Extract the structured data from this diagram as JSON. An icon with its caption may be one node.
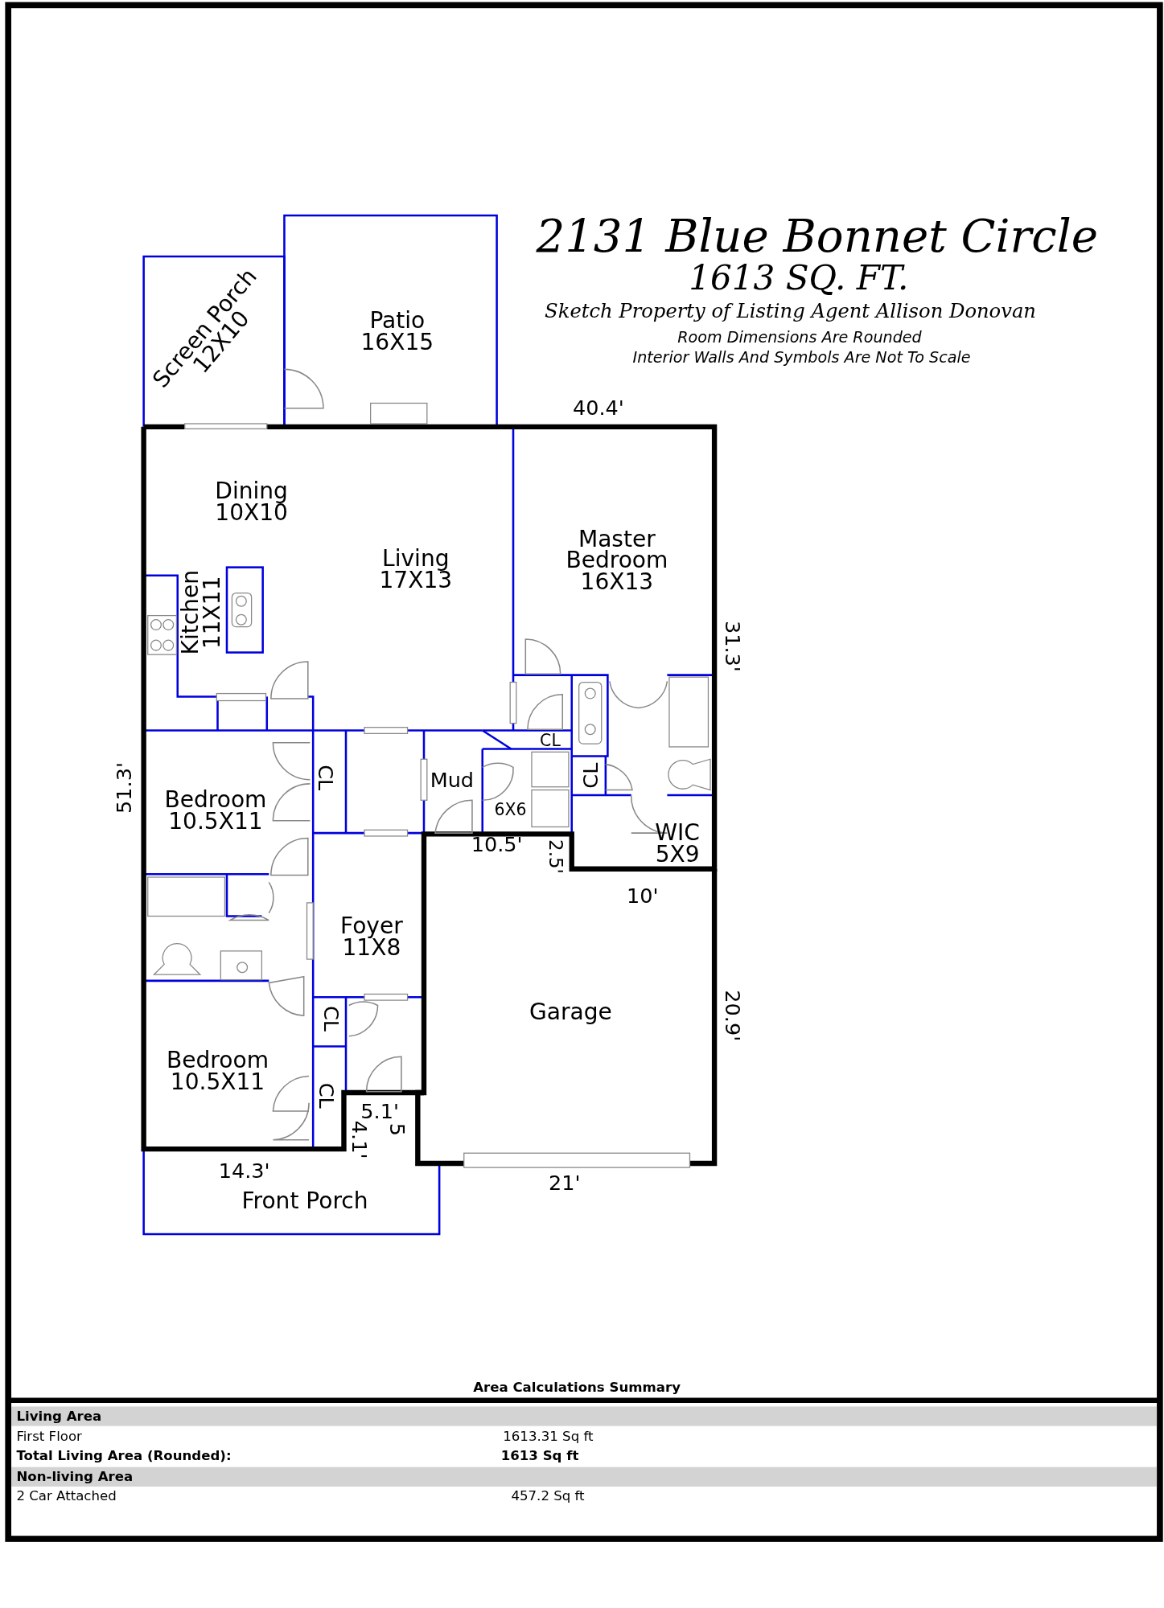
{
  "diagram": {
    "title": "2131 Blue Bonnet Circle",
    "nodes": [
      {
        "text": [
          "Screen Porch 12X10"
        ]
      },
      {
        "text": [
          "Patio 16X15"
        ]
      },
      {
        "text": [
          "Dining 10X10"
        ]
      },
      {
        "text": [
          "Master Bedroom 16X13"
        ]
      },
      {
        "text": [
          "Living 17X13"
        ]
      },
      {
        "text": [
          "Kitchen 11X11"
        ]
      },
      {
        "text": [
          "CL"
        ]
      },
      {
        "text": [
          "CL"
        ]
      },
      {
        "text": [
          "Mud",
          "6X6"
        ]
      },
      {
        "text": [
          "CL"
        ]
      },
      {
        "text": [
          "Bedroom 10.5X11"
        ]
      },
      {
        "text": [
          "WIC 5X9"
        ]
      },
      {
        "text": [
          "Foyer 11X8"
        ]
      },
      {
        "text": [
          "Garage"
        ]
      },
      {
        "text": [
          "CL"
        ]
      },
      {
        "text": [
          "Bedroom 10.5X11"
        ]
      },
      {
        "text": [
          "CL"
        ]
      },
      {
        "text": [
          "Front Porch"
        ]
      }
    ],
    "labels": [
      "1613 SQ. FT.",
      "Sketch Property of Listing Agent Allison Donovan",
      "Room Dimensions Are Rounded",
      "Interior Walls And Symbols Are Not To Scale",
      "40.4'",
      "31.3'",
      "51.3'",
      "10.5'",
      "2.5'",
      "10'",
      "20.9'",
      "5.1'",
      "5",
      "4.1'",
      "14.3'",
      "21'",
      "Area Calculations Summary",
      "Living Area",
      "First Floor",
      "1613.31 Sq ft",
      "Total Living Area (Rounded):",
      "1613 Sq ft",
      "Non-living Area",
      "2 Car Attached",
      "457.2 Sq ft"
    ]
  }
}
